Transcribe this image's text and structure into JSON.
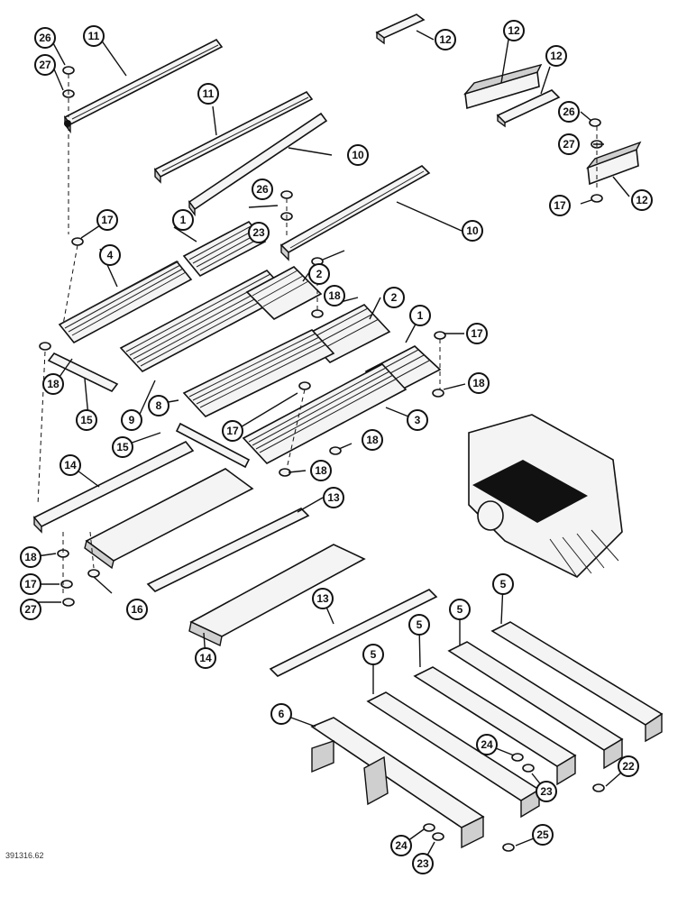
{
  "diagram": {
    "drawing_code": "391316.62",
    "callouts": [
      "26",
      "27",
      "11",
      "11",
      "10",
      "10",
      "12",
      "12",
      "12",
      "12",
      "26",
      "27",
      "17",
      "26",
      "23",
      "17",
      "1",
      "2",
      "18",
      "4",
      "2",
      "1",
      "17",
      "18",
      "15",
      "9",
      "8",
      "18",
      "17",
      "3",
      "18",
      "15",
      "14",
      "18",
      "13",
      "16",
      "18",
      "17",
      "27",
      "14",
      "13",
      "5",
      "5",
      "5",
      "5",
      "6",
      "24",
      "23",
      "22",
      "24",
      "23",
      "25"
    ]
  }
}
